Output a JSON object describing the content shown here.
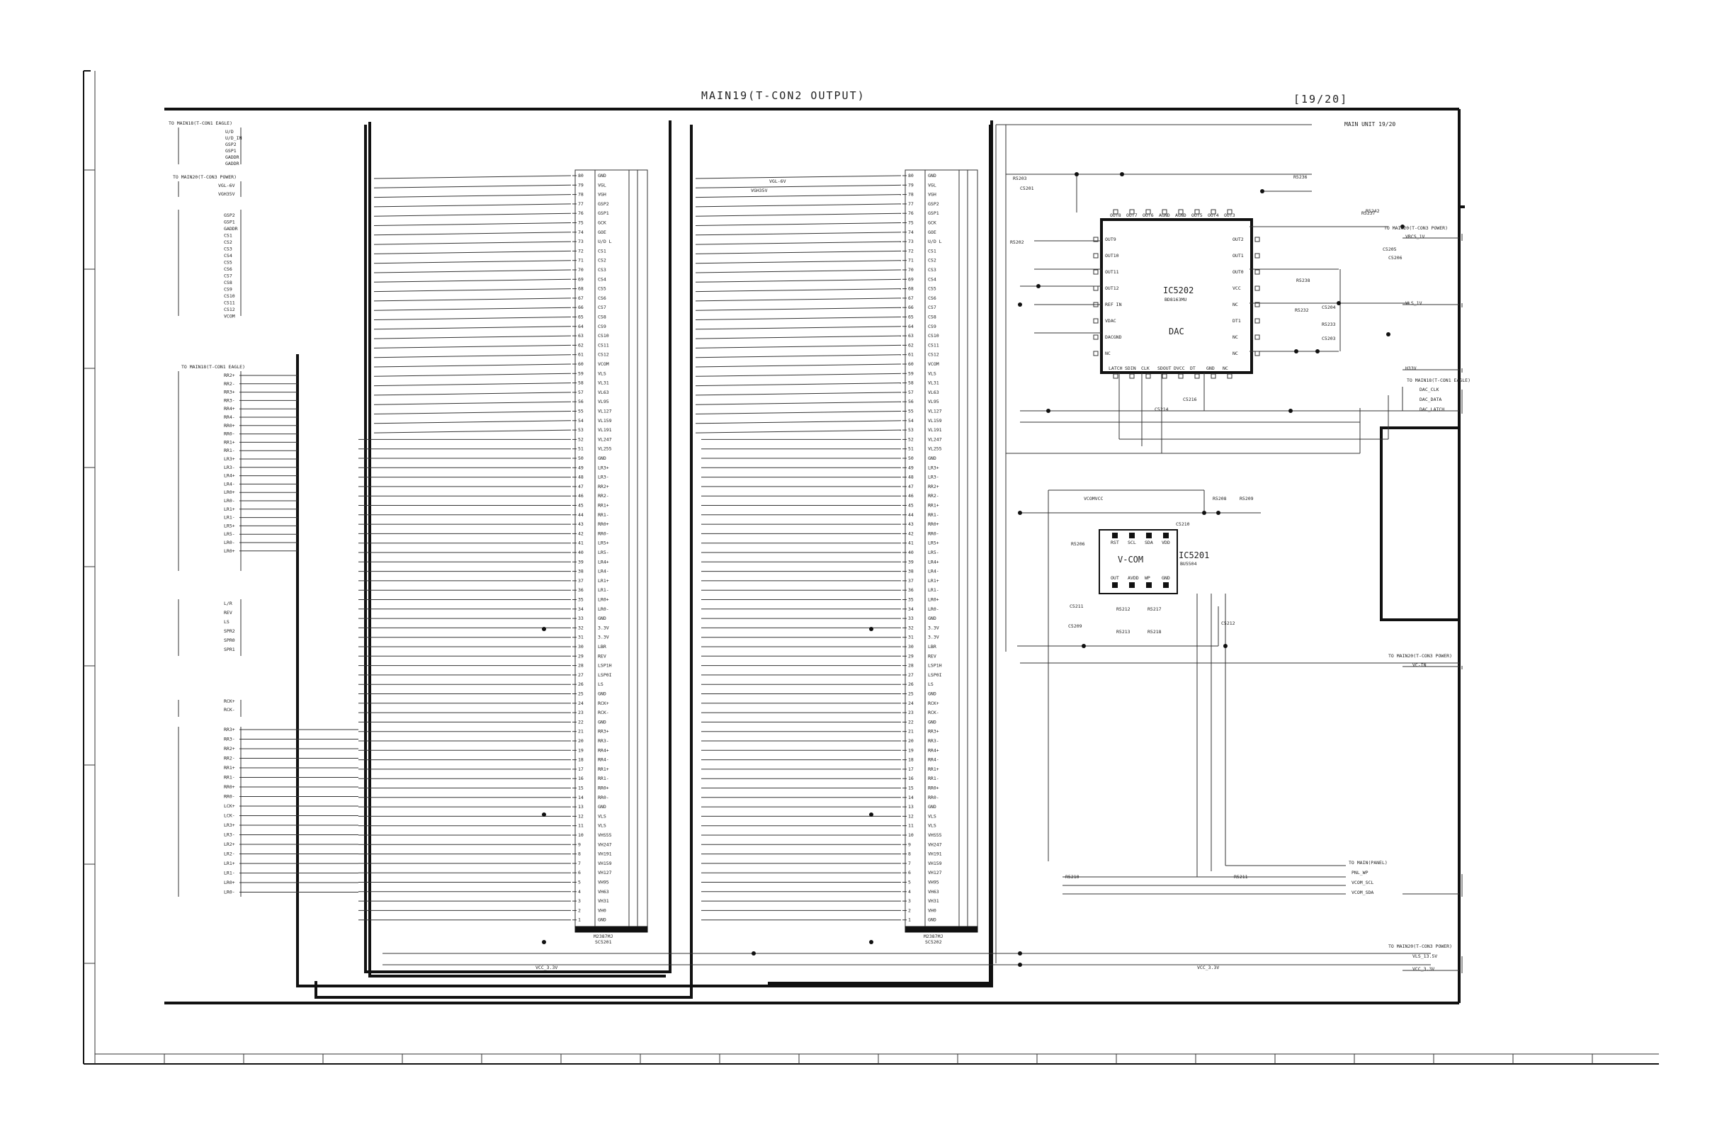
{
  "title": "MAIN19(T-CON2 OUTPUT)",
  "page_number": "[19/20]",
  "unit_label": "MAIN UNIT 19/20",
  "chips": {
    "dac": {
      "ref": "IC5202",
      "part": "BD8163MU",
      "name": "DAC",
      "pins_top": [
        "OUT8",
        "OUT7",
        "OUT6",
        "AGND",
        "AGND",
        "OUT5",
        "OUT4",
        "OUT3"
      ],
      "pins_left": [
        "OUT9",
        "OUT10",
        "OUT11",
        "OUT12",
        "REF IN",
        "VDAC",
        "DACGND",
        "NC"
      ],
      "pins_right": [
        "OUT2",
        "OUT1",
        "OUT0",
        "VCC",
        "NC",
        "DT1",
        "NC",
        "NC"
      ],
      "pins_bottom": [
        "LATCH",
        "SDIN",
        "CLK",
        "SDOUT",
        "DVCC",
        "DT",
        "GND",
        "NC"
      ]
    },
    "vcom": {
      "ref": "IC5201",
      "part": "BU5504",
      "name": "V-COM",
      "pins_top": [
        "RST",
        "SCL",
        "SDA",
        "VDD"
      ],
      "pins_bottom": [
        "OUT",
        "AVDD",
        "WP",
        "GND"
      ]
    }
  },
  "connector_left": {
    "ref": "SC5201",
    "part": "M2387MJ"
  },
  "connector_right": {
    "ref": "SC5202",
    "part": "M2387MJ"
  },
  "connector_pins": [
    {
      "n": "80",
      "s": "GND"
    },
    {
      "n": "79",
      "s": "VGL"
    },
    {
      "n": "78",
      "s": "VGH"
    },
    {
      "n": "77",
      "s": "GSP2"
    },
    {
      "n": "76",
      "s": "GSP1"
    },
    {
      "n": "75",
      "s": "GCK"
    },
    {
      "n": "74",
      "s": "GOE"
    },
    {
      "n": "73",
      "s": "U/D L"
    },
    {
      "n": "72",
      "s": "CS1"
    },
    {
      "n": "71",
      "s": "CS2"
    },
    {
      "n": "70",
      "s": "CS3"
    },
    {
      "n": "69",
      "s": "CS4"
    },
    {
      "n": "68",
      "s": "CS5"
    },
    {
      "n": "67",
      "s": "CS6"
    },
    {
      "n": "66",
      "s": "CS7"
    },
    {
      "n": "65",
      "s": "CS8"
    },
    {
      "n": "64",
      "s": "CS9"
    },
    {
      "n": "63",
      "s": "CS10"
    },
    {
      "n": "62",
      "s": "CS11"
    },
    {
      "n": "61",
      "s": "CS12"
    },
    {
      "n": "60",
      "s": "VCOM"
    },
    {
      "n": "59",
      "s": "VLS"
    },
    {
      "n": "58",
      "s": "VL31"
    },
    {
      "n": "57",
      "s": "VL63"
    },
    {
      "n": "56",
      "s": "VL95"
    },
    {
      "n": "55",
      "s": "VL127"
    },
    {
      "n": "54",
      "s": "VL159"
    },
    {
      "n": "53",
      "s": "VL191"
    },
    {
      "n": "52",
      "s": "VL247"
    },
    {
      "n": "51",
      "s": "VL255"
    },
    {
      "n": "50",
      "s": "GND"
    },
    {
      "n": "49",
      "s": "LR3+"
    },
    {
      "n": "48",
      "s": "LR3-"
    },
    {
      "n": "47",
      "s": "RR2+"
    },
    {
      "n": "46",
      "s": "RR2-"
    },
    {
      "n": "45",
      "s": "RR1+"
    },
    {
      "n": "44",
      "s": "RR1-"
    },
    {
      "n": "43",
      "s": "RR0+"
    },
    {
      "n": "42",
      "s": "RR0-"
    },
    {
      "n": "41",
      "s": "LR5+"
    },
    {
      "n": "40",
      "s": "LR5-"
    },
    {
      "n": "39",
      "s": "LR4+"
    },
    {
      "n": "38",
      "s": "LR4-"
    },
    {
      "n": "37",
      "s": "LR1+"
    },
    {
      "n": "36",
      "s": "LR1-"
    },
    {
      "n": "35",
      "s": "LR0+"
    },
    {
      "n": "34",
      "s": "LR0-"
    },
    {
      "n": "33",
      "s": "GND"
    },
    {
      "n": "32",
      "s": "3.3V"
    },
    {
      "n": "31",
      "s": "3.3V"
    },
    {
      "n": "30",
      "s": "LBR"
    },
    {
      "n": "29",
      "s": "REV"
    },
    {
      "n": "28",
      "s": "LSP1H"
    },
    {
      "n": "27",
      "s": "LSP0I"
    },
    {
      "n": "26",
      "s": "LS"
    },
    {
      "n": "25",
      "s": "GND"
    },
    {
      "n": "24",
      "s": "RCK+"
    },
    {
      "n": "23",
      "s": "RCK-"
    },
    {
      "n": "22",
      "s": "GND"
    },
    {
      "n": "21",
      "s": "RR3+"
    },
    {
      "n": "20",
      "s": "RR3-"
    },
    {
      "n": "19",
      "s": "RR4+"
    },
    {
      "n": "18",
      "s": "RR4-"
    },
    {
      "n": "17",
      "s": "RR1+"
    },
    {
      "n": "16",
      "s": "RR1-"
    },
    {
      "n": "15",
      "s": "RR0+"
    },
    {
      "n": "14",
      "s": "RR0-"
    },
    {
      "n": "13",
      "s": "GND"
    },
    {
      "n": "12",
      "s": "VLS"
    },
    {
      "n": "11",
      "s": "VLS"
    },
    {
      "n": "10",
      "s": "VHS55"
    },
    {
      "n": "9",
      "s": "VH247"
    },
    {
      "n": "8",
      "s": "VH191"
    },
    {
      "n": "7",
      "s": "VH159"
    },
    {
      "n": "6",
      "s": "VH127"
    },
    {
      "n": "5",
      "s": "VH95"
    },
    {
      "n": "4",
      "s": "VH63"
    },
    {
      "n": "3",
      "s": "VH31"
    },
    {
      "n": "2",
      "s": "VH0"
    },
    {
      "n": "1",
      "s": "GND"
    }
  ],
  "left_groups": {
    "eagle_header": "TO MAIN18(T-CON1 EAGLE)",
    "eagle_signals": [
      "U/D",
      "U/D_IN",
      "GSP2",
      "GSP1",
      "GADDR",
      "GADDR"
    ],
    "power_header": "TO MAIN20(T-CON3 POWER)",
    "power_signals": [
      "VGL-6V",
      "VGH35V"
    ],
    "gate_signals": [
      "GSP2",
      "GSP1",
      "GADDR",
      "CS1",
      "CS2",
      "CS3",
      "CS4",
      "CS5",
      "CS6",
      "CS7",
      "CS8",
      "CS9",
      "CS10",
      "CS11",
      "CS12",
      "VCOM"
    ],
    "eagle2_header": "TO MAIN18(T-CON1 EAGLE)",
    "lvds_signals": [
      "RR2+",
      "RR2-",
      "RR3+",
      "RR3-",
      "RR4+",
      "RR4-",
      "RR0+",
      "RR0-",
      "RR1+",
      "RR1-",
      "LR3+",
      "LR3-",
      "LR4+",
      "LR4-",
      "LR0+",
      "LR0-",
      "LR1+",
      "LR1-",
      "LR5+",
      "LR5-",
      "LR0-",
      "LR0+"
    ],
    "ctrl_signals": [
      "L/R",
      "REV",
      "LS",
      "SPR2",
      "SPR0",
      "SPR1"
    ],
    "clk_signals": [
      "RCK+",
      "RCK-"
    ],
    "low_signals": [
      "RR3+",
      "RR3-",
      "RR2+",
      "RR2-",
      "RR1+",
      "RR1-",
      "RR0+",
      "RR0-",
      "LCK+",
      "LCK-",
      "LR3+",
      "LR3-",
      "LR2+",
      "LR2-",
      "LR1+",
      "LR1-",
      "LR0+",
      "LR0-"
    ]
  },
  "right_labels": {
    "to_power_1": "TO MAIN20(T-CON3 POWER)",
    "vrcs": "VRCS_1V",
    "vls": "VLS_1V",
    "h33": "H33V",
    "to_eagle": "TO MAIN18(T-CON1 EAGLE)",
    "dac_clk": "DAC_CLK",
    "dac_data": "DAC_DATA",
    "dac_latch": "DAC_LATCH",
    "to_power_2": "TO MAIN20(T-CON3 POWER)",
    "vcin": "VC-IN",
    "to_panel": "TO MAIN(PANEL)",
    "pnl_wp": "PNL_WP",
    "vcom_scl": "VCOM_SCL",
    "vcom_sda": "VCOM_SDA",
    "to_power_3": "TO MAIN20(T-CON3 POWER)",
    "vls_volt": "VLS_13.5V",
    "vcc": "VCC_3.3V"
  },
  "net_labels": {
    "vgl": "VGL-6V",
    "vgh": "VGH35V",
    "vcc_a": "VCC_3.3V",
    "vcc_b": "VCC_3.3V",
    "vcom_vdd": "VCOMVCC"
  },
  "components": [
    "R5203",
    "C5201",
    "R5236",
    "R5237",
    "R5242",
    "C5205",
    "C5206",
    "R5238",
    "C5204",
    "R5202",
    "R5232",
    "R5233",
    "C5203",
    "C5214",
    "C5216",
    "R5208",
    "R5209",
    "C5210",
    "R5206",
    "C5211",
    "R5212",
    "R5213",
    "R5217",
    "R5218",
    "C5212",
    "C5209",
    "R5210",
    "R5211"
  ]
}
